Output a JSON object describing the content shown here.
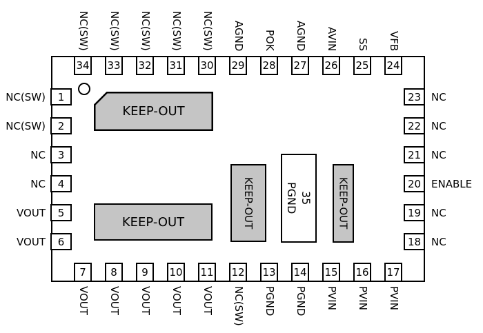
{
  "colors": {
    "keepout_fill": "#c5c5c5",
    "line": "#000000",
    "background": "#ffffff"
  },
  "pins": {
    "top": [
      {
        "number": "34",
        "label": "NC(SW)"
      },
      {
        "number": "33",
        "label": "NC(SW)"
      },
      {
        "number": "32",
        "label": "NC(SW)"
      },
      {
        "number": "31",
        "label": "NC(SW)"
      },
      {
        "number": "30",
        "label": "NC(SW)"
      },
      {
        "number": "29",
        "label": "AGND"
      },
      {
        "number": "28",
        "label": "POK"
      },
      {
        "number": "27",
        "label": "AGND"
      },
      {
        "number": "26",
        "label": "AVIN"
      },
      {
        "number": "25",
        "label": "SS"
      },
      {
        "number": "24",
        "label": "VFB"
      }
    ],
    "bottom": [
      {
        "number": "7",
        "label": "VOUT"
      },
      {
        "number": "8",
        "label": "VOUT"
      },
      {
        "number": "9",
        "label": "VOUT"
      },
      {
        "number": "10",
        "label": "VOUT"
      },
      {
        "number": "11",
        "label": "VOUT"
      },
      {
        "number": "12",
        "label": "NC(SW)"
      },
      {
        "number": "13",
        "label": "PGND"
      },
      {
        "number": "14",
        "label": "PGND"
      },
      {
        "number": "15",
        "label": "PVIN"
      },
      {
        "number": "16",
        "label": "PVIN"
      },
      {
        "number": "17",
        "label": "PVIN"
      }
    ],
    "left": [
      {
        "number": "1",
        "label": "NC(SW)"
      },
      {
        "number": "2",
        "label": "NC(SW)"
      },
      {
        "number": "3",
        "label": "NC"
      },
      {
        "number": "4",
        "label": "NC"
      },
      {
        "number": "5",
        "label": "VOUT"
      },
      {
        "number": "6",
        "label": "VOUT"
      }
    ],
    "right": [
      {
        "number": "23",
        "label": "NC"
      },
      {
        "number": "22",
        "label": "NC"
      },
      {
        "number": "21",
        "label": "NC"
      },
      {
        "number": "20",
        "label": "ENABLE"
      },
      {
        "number": "19",
        "label": "NC"
      },
      {
        "number": "18",
        "label": "NC"
      }
    ]
  },
  "keepouts": {
    "top": {
      "label": "KEEP-OUT"
    },
    "bottom": {
      "label": "KEEP-OUT"
    },
    "mid_left": {
      "label": "KEEP-OUT"
    },
    "mid_right": {
      "label": "KEEP-OUT"
    }
  },
  "center_pad": {
    "number": "35",
    "label": "PGND",
    "display": "35\nPGND"
  }
}
